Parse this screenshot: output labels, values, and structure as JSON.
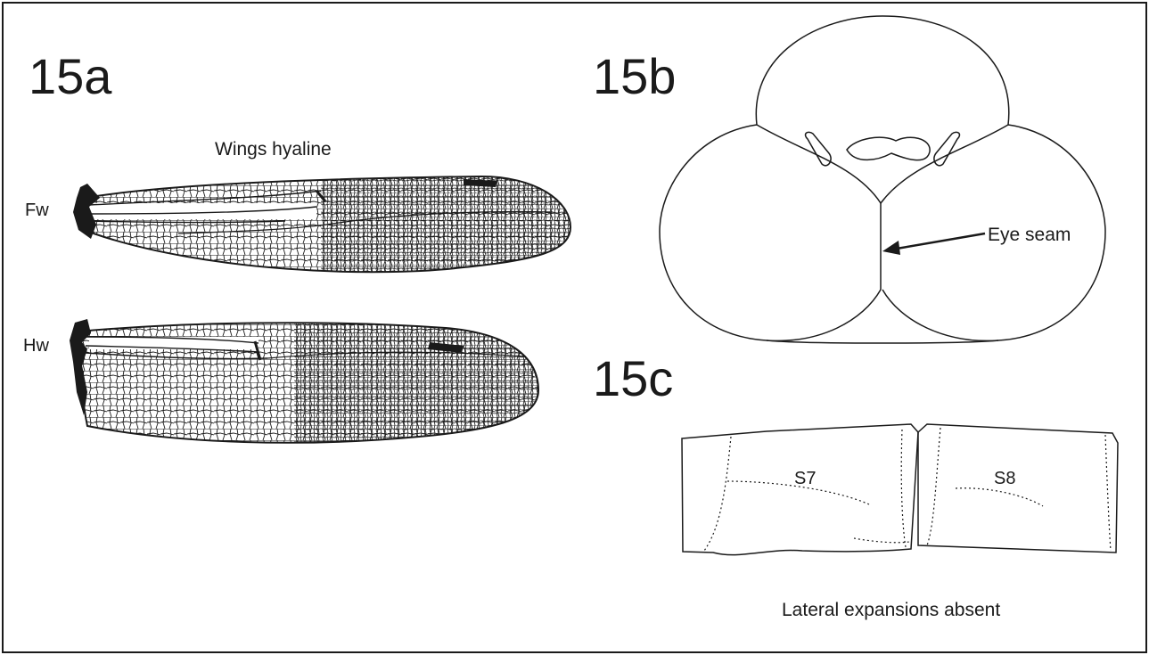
{
  "panels": {
    "a": {
      "label": "15a",
      "caption": "Wings hyaline",
      "forewing_label": "Fw",
      "hindwing_label": "Hw"
    },
    "b": {
      "label": "15b",
      "annotation": "Eye seam"
    },
    "c": {
      "label": "15c",
      "segment_left": "S7",
      "segment_right": "S8",
      "caption": "Lateral expansions absent"
    }
  },
  "colors": {
    "ink": "#1a1a1a",
    "background": "#ffffff"
  }
}
